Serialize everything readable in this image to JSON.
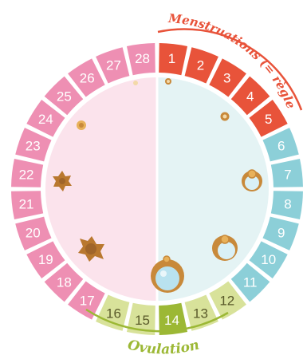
{
  "diagram": {
    "days": [
      {
        "n": "1",
        "phase": "menstruation"
      },
      {
        "n": "2",
        "phase": "menstruation"
      },
      {
        "n": "3",
        "phase": "menstruation"
      },
      {
        "n": "4",
        "phase": "menstruation"
      },
      {
        "n": "5",
        "phase": "menstruation"
      },
      {
        "n": "6",
        "phase": "follicular"
      },
      {
        "n": "7",
        "phase": "follicular"
      },
      {
        "n": "8",
        "phase": "follicular"
      },
      {
        "n": "9",
        "phase": "follicular"
      },
      {
        "n": "10",
        "phase": "follicular"
      },
      {
        "n": "11",
        "phase": "follicular"
      },
      {
        "n": "12",
        "phase": "fertile"
      },
      {
        "n": "13",
        "phase": "fertile"
      },
      {
        "n": "14",
        "phase": "ovulation"
      },
      {
        "n": "15",
        "phase": "fertile"
      },
      {
        "n": "16",
        "phase": "fertile"
      },
      {
        "n": "17",
        "phase": "luteal"
      },
      {
        "n": "18",
        "phase": "luteal"
      },
      {
        "n": "19",
        "phase": "luteal"
      },
      {
        "n": "20",
        "phase": "luteal"
      },
      {
        "n": "21",
        "phase": "luteal"
      },
      {
        "n": "22",
        "phase": "luteal"
      },
      {
        "n": "23",
        "phase": "luteal"
      },
      {
        "n": "24",
        "phase": "luteal"
      },
      {
        "n": "25",
        "phase": "luteal"
      },
      {
        "n": "26",
        "phase": "luteal"
      },
      {
        "n": "27",
        "phase": "luteal"
      },
      {
        "n": "28",
        "phase": "luteal"
      }
    ],
    "labels": {
      "menstruation": "Menstruations (= règles)",
      "ovulation": "Ovulation"
    },
    "colors": {
      "menstruation": "#e8533a",
      "follicular": "#8ccfd8",
      "fertile": "#d8e29a",
      "ovulation": "#9cb835",
      "luteal": "#ee8fb3",
      "luteal_fill": "#fbe3ec",
      "follicular_fill": "#e4f3f4",
      "ovulation_label": "#9cb835",
      "menstruation_label": "#e8533a",
      "cell_body": "#c8893a",
      "cell_inner": "#b9e2ef"
    }
  }
}
